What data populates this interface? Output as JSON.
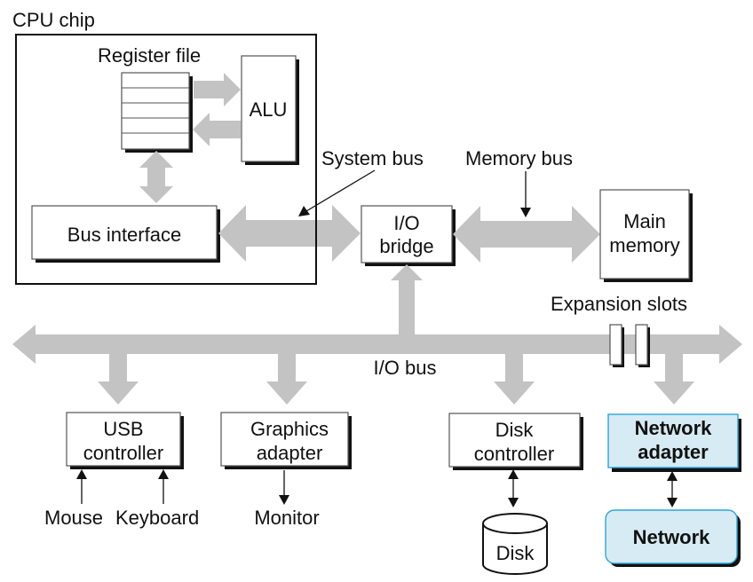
{
  "diagram": {
    "title": "CPU chip",
    "cpu": {
      "register_file_label": "Register file",
      "alu_label": "ALU",
      "bus_interface_label": "Bus interface"
    },
    "buses": {
      "system_bus_label": "System bus",
      "memory_bus_label": "Memory bus",
      "io_bus_label": "I/O bus",
      "expansion_slots_label": "Expansion slots"
    },
    "io_bridge": {
      "line1": "I/O",
      "line2": "bridge"
    },
    "main_memory": {
      "line1": "Main",
      "line2": "memory"
    },
    "devices": {
      "usb_controller": {
        "line1": "USB",
        "line2": "controller"
      },
      "graphics_adapter": {
        "line1": "Graphics",
        "line2": "adapter"
      },
      "disk_controller": {
        "line1": "Disk",
        "line2": "controller"
      },
      "network_adapter": {
        "line1": "Network",
        "line2": "adapter"
      }
    },
    "peripherals": {
      "mouse": "Mouse",
      "keyboard": "Keyboard",
      "monitor": "Monitor",
      "disk": "Disk",
      "network": "Network"
    },
    "colors": {
      "bus_gray": "#c3c3c3",
      "highlight_fill": "#d6ebf3",
      "highlight_stroke": "#2aa6d8"
    }
  }
}
